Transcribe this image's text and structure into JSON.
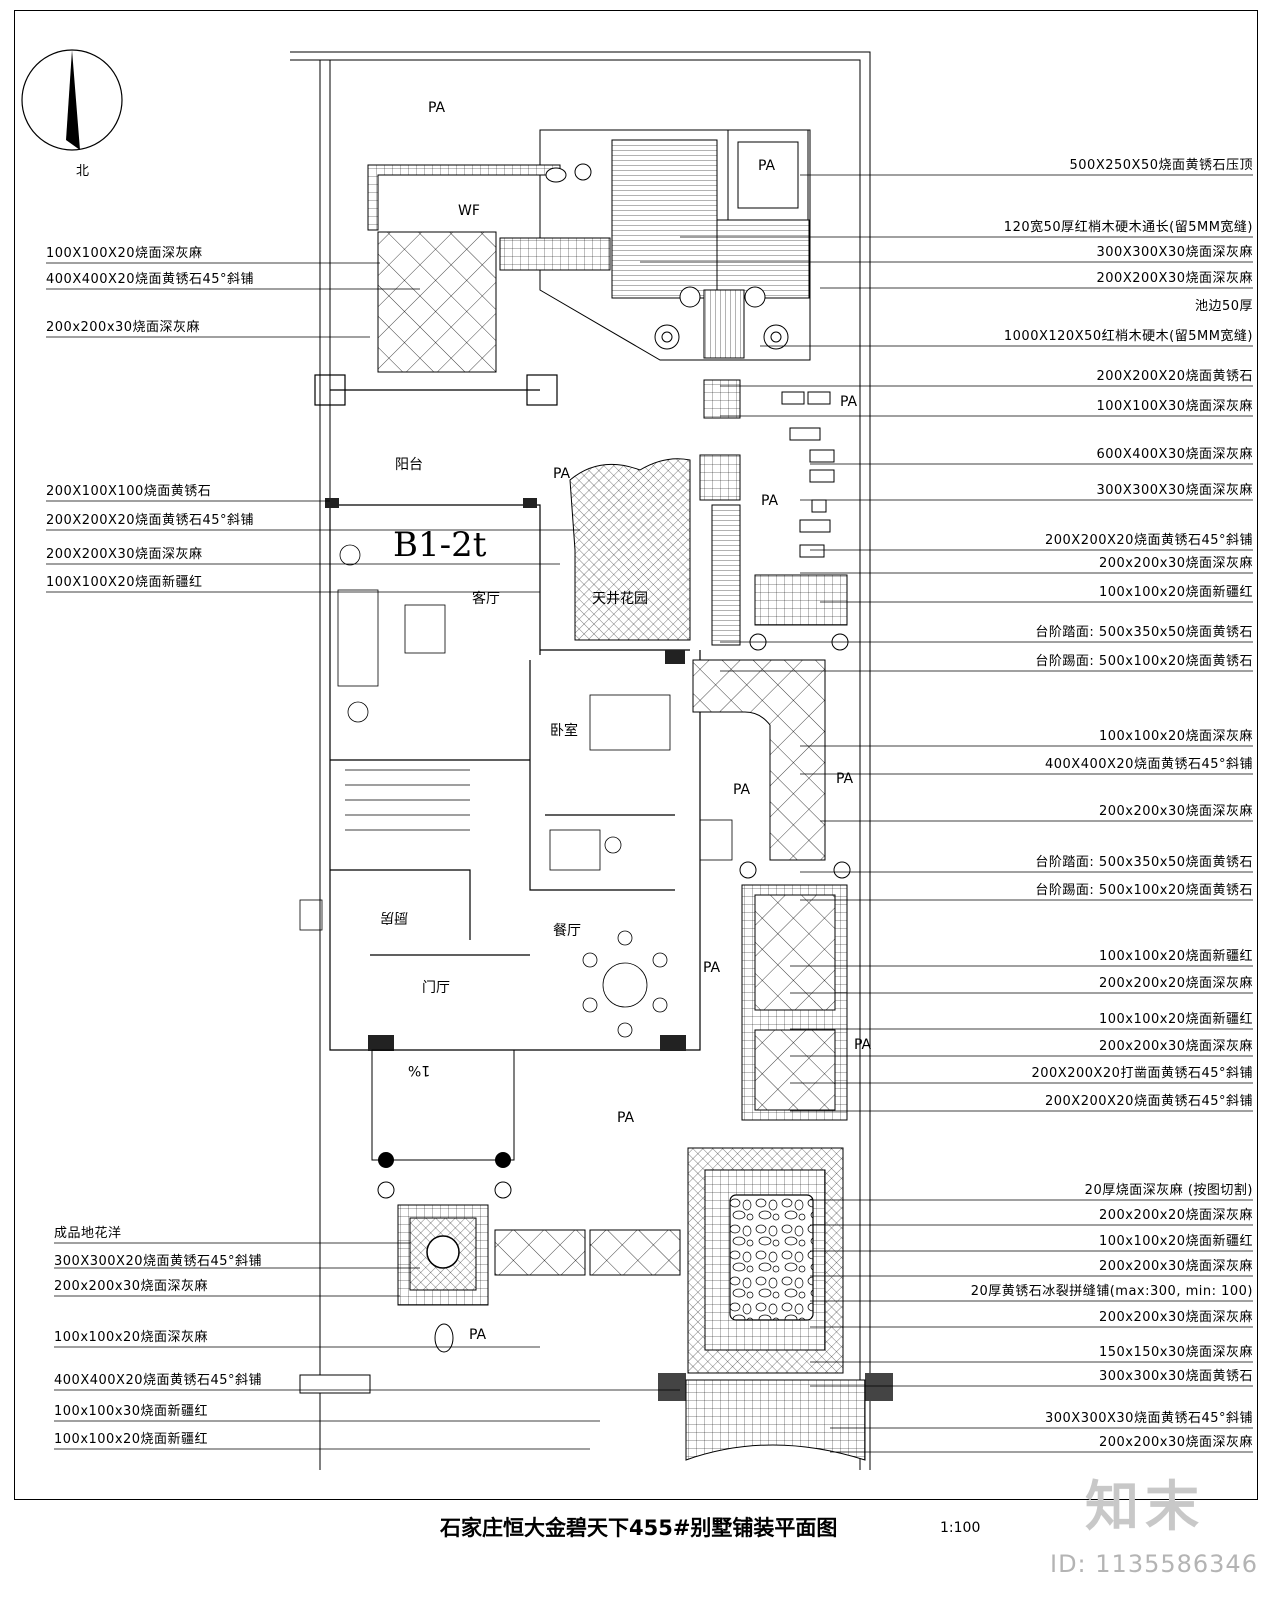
{
  "title": "石家庄恒大金碧天下455#别墅铺装平面图",
  "scale": "1:100",
  "north_label": "北",
  "plan_code": "B1-2t",
  "watermark": {
    "logo": "知末",
    "id": "ID: 1135586346"
  },
  "rooms": {
    "wf": "WF",
    "balcony": "阳台",
    "living": "客厅",
    "courtyard": "天井花园",
    "bedroom": "卧室",
    "kitchen": "厨房",
    "dining": "餐厅",
    "foyer": "门厅",
    "slope": "1%"
  },
  "pa_label": "PA",
  "left_labels": [
    "100X100X20烧面深灰麻",
    "400X400X20烧面黄锈石45°斜铺",
    "200x200x30烧面深灰麻",
    "200X100X100烧面黄锈石",
    "200X200X20烧面黄锈石45°斜铺",
    "200X200X30烧面深灰麻",
    "100X100X20烧面新疆红",
    "成品地花洋",
    "300X300X20烧面黄锈石45°斜铺",
    "200x200x30烧面深灰麻",
    "100x100x20烧面深灰麻",
    "400X400X20烧面黄锈石45°斜铺",
    "100x100x30烧面新疆红",
    "100x100x20烧面新疆红"
  ],
  "right_labels": [
    "500X250X50烧面黄锈石压顶",
    "120宽50厚红梢木硬木通长(留5MM宽缝)",
    "300X300X30烧面深灰麻",
    "200X200X30烧面深灰麻",
    "池边50厚",
    "1000X120X50红梢木硬木(留5MM宽缝)",
    "200X200X20烧面黄锈石",
    "100X100X30烧面深灰麻",
    "600X400X30烧面深灰麻",
    "300X300X30烧面深灰麻",
    "200X200X20烧面黄锈石45°斜铺",
    "200x200x30烧面深灰麻",
    "100x100x20烧面新疆红",
    "台阶踏面: 500x350x50烧面黄锈石",
    "台阶踢面: 500x100x20烧面黄锈石",
    "100x100x20烧面深灰麻",
    "400X400X20烧面黄锈石45°斜铺",
    "200x200x30烧面深灰麻",
    "台阶踏面: 500x350x50烧面黄锈石",
    "台阶踢面: 500x100x20烧面黄锈石",
    "100x100x20烧面新疆红",
    "200x200x20烧面深灰麻",
    "100x100x20烧面新疆红",
    "200x200x30烧面深灰麻",
    "200X200X20打凿面黄锈石45°斜铺",
    "200X200X20烧面黄锈石45°斜铺",
    "20厚烧面深灰麻 (按图切割)",
    "200x200x20烧面深灰麻",
    "100x100x20烧面新疆红",
    "200x200x30烧面深灰麻",
    "20厚黄锈石冰裂拼缝铺(max:300, min: 100)",
    "200x200x30烧面深灰麻",
    "150x150x30烧面深灰麻",
    "300x300x30烧面黄锈石",
    "300X300X30烧面黄锈石45°斜铺",
    "200x200x30烧面深灰麻"
  ]
}
